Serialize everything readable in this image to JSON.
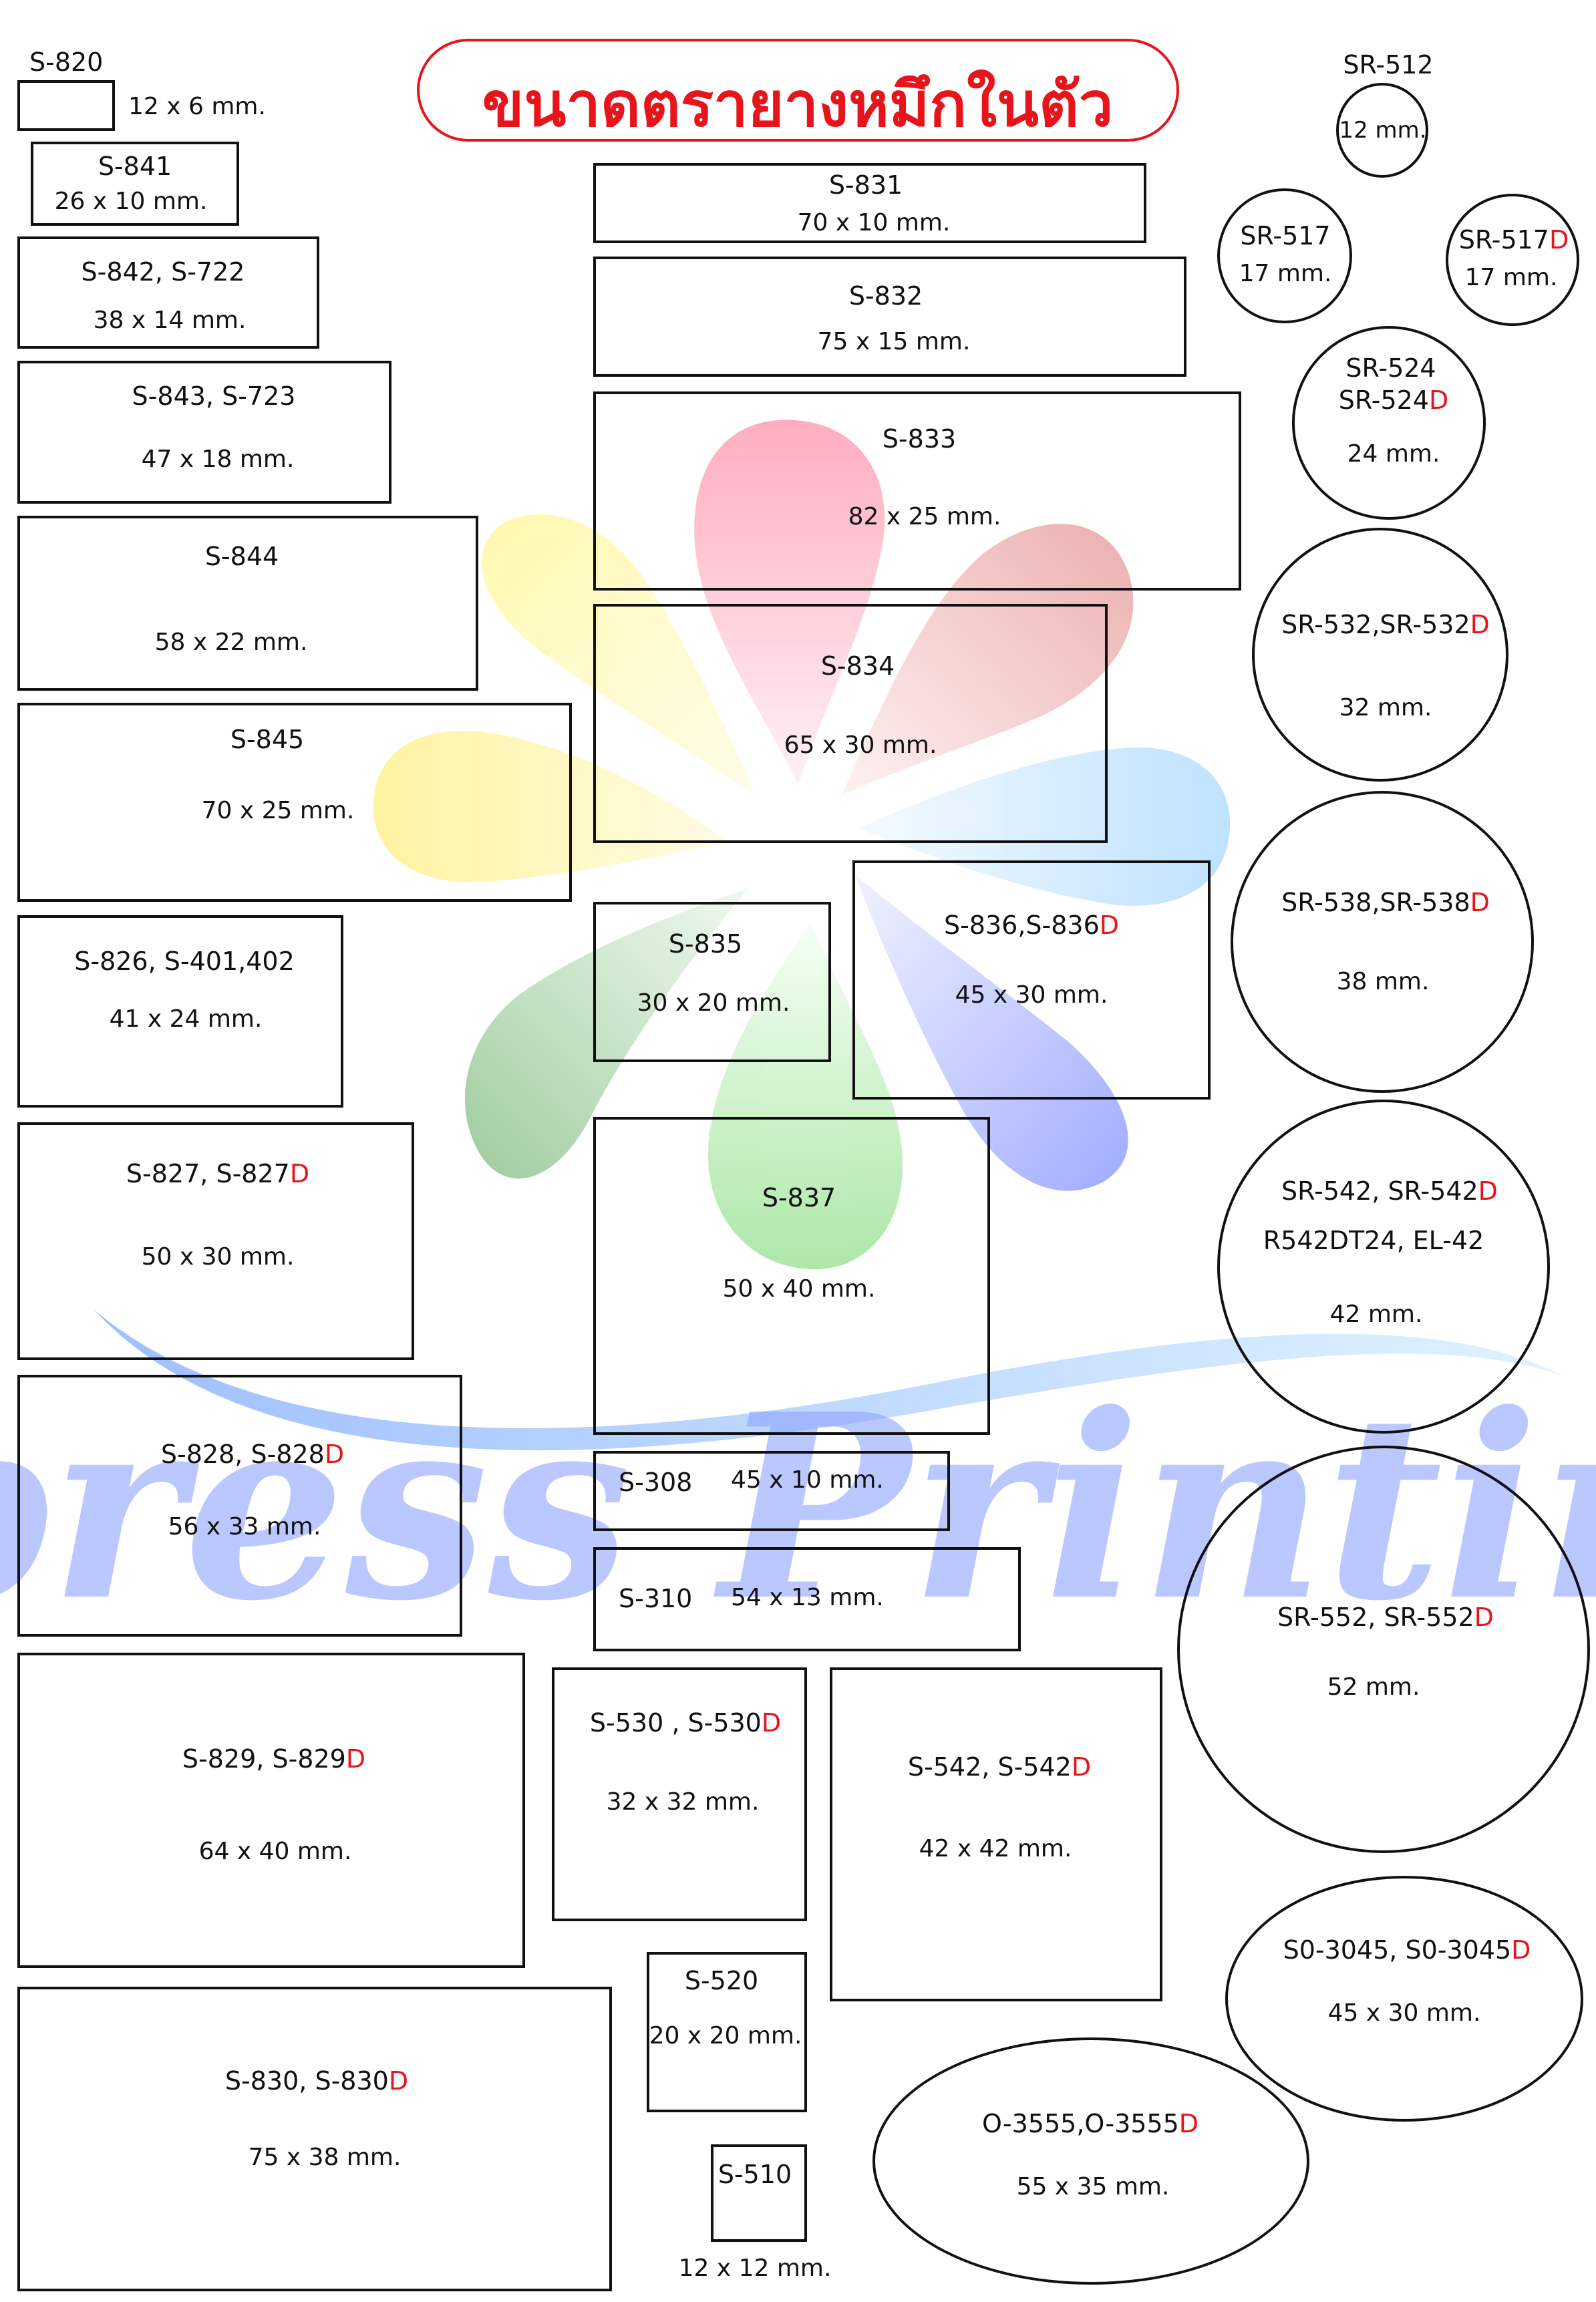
{
  "title": "ขนาดตรายางหมึกในตัว",
  "colors": {
    "accent": "#e8141b",
    "outline": "#111111",
    "watermark": "#8fa4ff"
  },
  "watermark": {
    "text": "Xpress Printing",
    "logo": "flower-petals-logo",
    "petal_colors": [
      "#ffb3c6",
      "#f2a0a0",
      "#bfe3ff",
      "#9aa8ff",
      "#a6e3a0",
      "#8fc98f",
      "#fff3a0",
      "#fffaa8"
    ]
  },
  "stamps": {
    "s820": {
      "code": "S-820",
      "size": "12 x 6 mm."
    },
    "s841": {
      "code": "S-841",
      "size": "26 x 10 mm."
    },
    "s842": {
      "code": "S-842, S-722",
      "size": "38 x 14 mm."
    },
    "s843": {
      "code": "S-843, S-723",
      "size": "47 x 18 mm."
    },
    "s844": {
      "code": "S-844",
      "size": "58 x 22 mm."
    },
    "s845": {
      "code": "S-845",
      "size": "70 x 25 mm."
    },
    "s826": {
      "code": "S-826, S-401,402",
      "size": "41 x 24 mm."
    },
    "s827": {
      "code": "S-827, S-827",
      "suffix": "D",
      "size": "50 x 30 mm."
    },
    "s828": {
      "code": "S-828, S-828",
      "suffix": "D",
      "size": "56 x 33 mm."
    },
    "s829": {
      "code": "S-829, S-829",
      "suffix": "D",
      "size": "64 x 40 mm."
    },
    "s830": {
      "code": "S-830, S-830",
      "suffix": "D",
      "size": "75 x 38 mm."
    },
    "s831": {
      "code": "S-831",
      "size": "70 x 10 mm."
    },
    "s832": {
      "code": "S-832",
      "size": "75 x 15 mm."
    },
    "s833": {
      "code": "S-833",
      "size": "82 x 25 mm."
    },
    "s834": {
      "code": "S-834",
      "size": "65 x 30 mm."
    },
    "s835": {
      "code": "S-835",
      "size": "30 x 20 mm."
    },
    "s836": {
      "code": "S-836,S-836",
      "suffix": "D",
      "size": "45 x 30 mm."
    },
    "s837": {
      "code": "S-837",
      "size": "50 x 40 mm."
    },
    "s308": {
      "code": "S-308",
      "size": "45 x 10 mm."
    },
    "s310": {
      "code": "S-310",
      "size": "54 x 13 mm."
    },
    "s530": {
      "code": "S-530 , S-530",
      "suffix": "D",
      "size": "32 x 32 mm."
    },
    "s542": {
      "code": "S-542, S-542",
      "suffix": "D",
      "size": "42 x 42 mm."
    },
    "s520": {
      "code": "S-520",
      "size": "20 x 20 mm."
    },
    "s510": {
      "code": "S-510",
      "size": "12 x 12 mm."
    },
    "sr512": {
      "code": "SR-512",
      "size": "12 mm."
    },
    "sr517": {
      "code": "SR-517",
      "size": "17 mm."
    },
    "sr517d": {
      "code": "SR-517",
      "suffix": "D",
      "size": "17 mm."
    },
    "sr524": {
      "code": "SR-524",
      "code2": "SR-524",
      "suffix": "D",
      "size": "24 mm."
    },
    "sr532": {
      "code": "SR-532,SR-532",
      "suffix": "D",
      "size": "32 mm."
    },
    "sr538": {
      "code": "SR-538,SR-538",
      "suffix": "D",
      "size": "38 mm."
    },
    "sr542": {
      "code": "SR-542, SR-542",
      "suffix": "D",
      "code2": "R542DT24, EL-42",
      "size": "42 mm."
    },
    "sr552": {
      "code": "SR-552, SR-552",
      "suffix": "D",
      "size": "52 mm."
    },
    "so3045": {
      "code": "S0-3045, S0-3045",
      "suffix": "D",
      "size": "45 x 30 mm."
    },
    "o3555": {
      "code": "O-3555,O-3555",
      "suffix": "D",
      "size": "55 x 35 mm."
    }
  }
}
